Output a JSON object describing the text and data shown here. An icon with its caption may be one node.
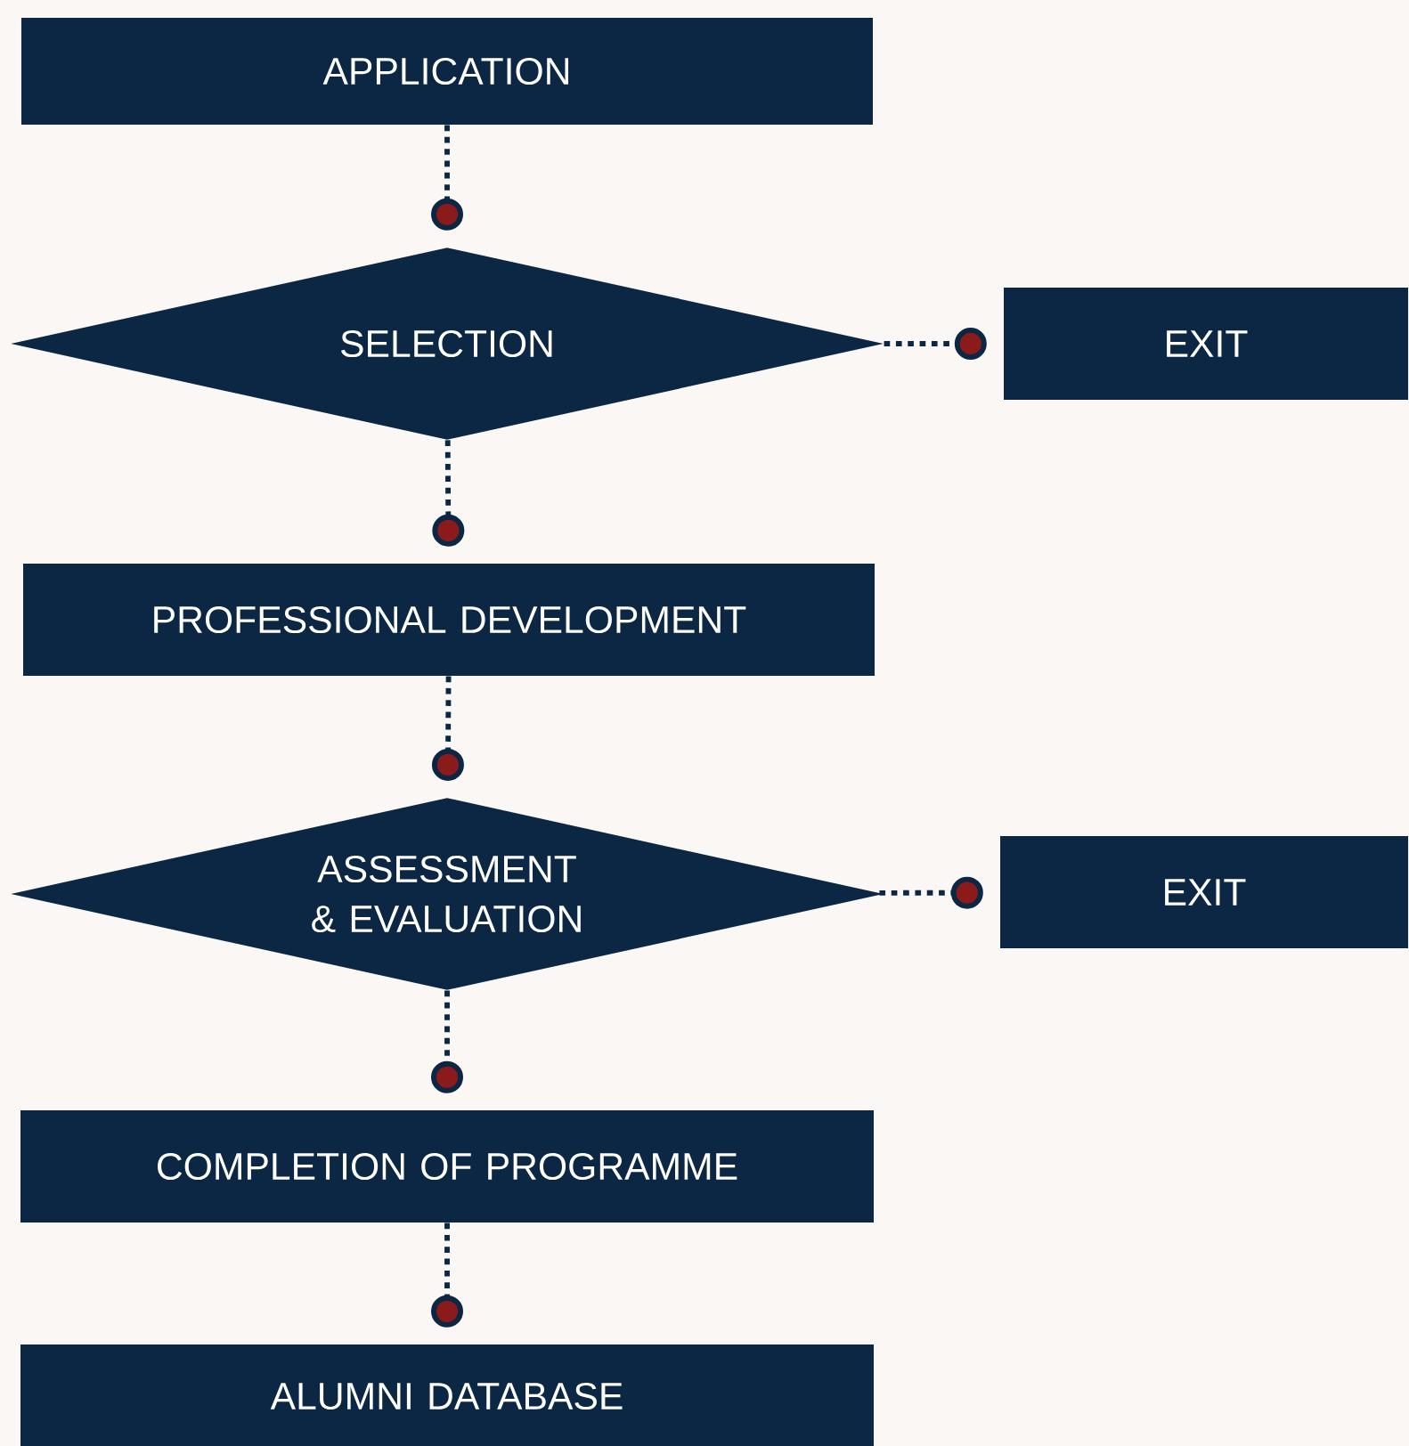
{
  "diagram": {
    "nodes": [
      {
        "text": [
          "APPLICATION"
        ]
      },
      {
        "text": [
          "SELECTION"
        ]
      },
      {
        "text": [
          "EXIT"
        ]
      },
      {
        "text": [
          "PROFESSIONAL DEVELOPMENT"
        ]
      },
      {
        "text": [
          "ASSESSMENT & EVALUATION"
        ]
      },
      {
        "text": [
          "EXIT"
        ]
      },
      {
        "text": [
          "COMPLETION OF PROGRAMME"
        ]
      },
      {
        "text": [
          "ALUMNI DATABASE"
        ]
      }
    ],
    "edges": [
      {
        "from": 0,
        "to": 1,
        "arrow": "other"
      },
      {
        "from": 1,
        "to": 2,
        "arrow": "other"
      },
      {
        "from": 1,
        "to": 3,
        "arrow": "other"
      },
      {
        "from": 3,
        "to": 4,
        "arrow": "other"
      },
      {
        "from": 4,
        "to": 5,
        "arrow": "other"
      },
      {
        "from": 4,
        "to": 6,
        "arrow": "other"
      },
      {
        "from": 6,
        "to": 7,
        "arrow": "other"
      }
    ]
  }
}
